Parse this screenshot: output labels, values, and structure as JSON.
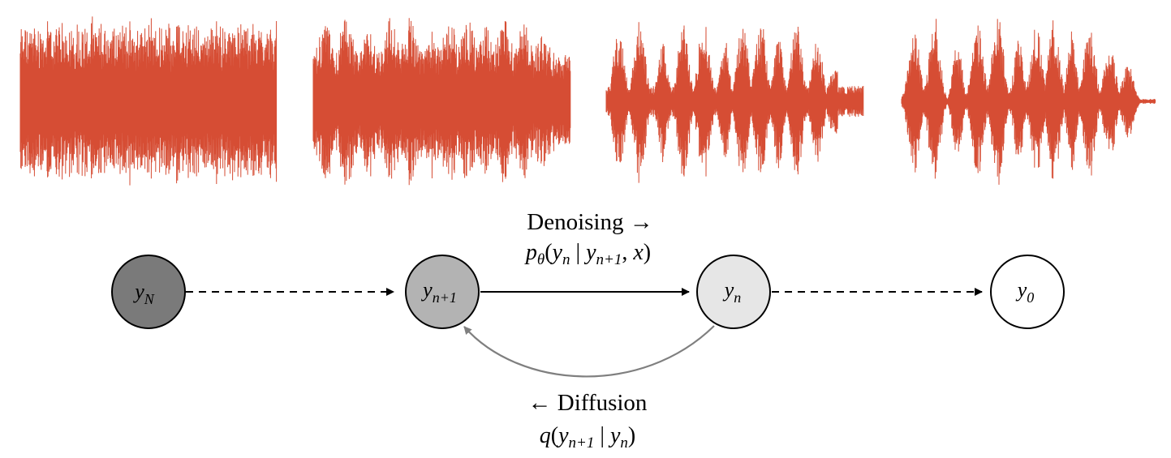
{
  "waveform_color": "#d64d34",
  "waveforms": [
    {
      "stage": "noise",
      "amplitude": 1.0,
      "envelope": "flat"
    },
    {
      "stage": "partially-denoised",
      "amplitude": 1.0,
      "envelope": "speech-light"
    },
    {
      "stage": "mostly-denoised",
      "amplitude": 1.0,
      "envelope": "speech-mid"
    },
    {
      "stage": "clean",
      "amplitude": 1.0,
      "envelope": "speech-clean"
    }
  ],
  "nodes": [
    {
      "id": "yN",
      "label_base": "y",
      "label_sub": "N",
      "fill": "#7a7a7a"
    },
    {
      "id": "yn1",
      "label_base": "y",
      "label_sub": "n+1",
      "fill": "#b3b3b3"
    },
    {
      "id": "yn",
      "label_base": "y",
      "label_sub": "n",
      "fill": "#e6e6e6"
    },
    {
      "id": "y0",
      "label_base": "y",
      "label_sub": "0",
      "fill": "#ffffff"
    }
  ],
  "denoising": {
    "title": "Denoising →",
    "formula_p": "p",
    "formula_theta": "θ",
    "formula_open": "(",
    "formula_y1": "y",
    "formula_y1_sub": "n",
    "formula_bar": " | ",
    "formula_y2": "y",
    "formula_y2_sub": "n+1",
    "formula_comma": ", ",
    "formula_x": "x",
    "formula_close": ")"
  },
  "diffusion": {
    "title": "← Diffusion",
    "formula_q": "q",
    "formula_open": "(",
    "formula_y1": "y",
    "formula_y1_sub": "n+1",
    "formula_bar": " | ",
    "formula_y2": "y",
    "formula_y2_sub": "n",
    "formula_close": ")"
  },
  "edges": [
    {
      "from": "yN",
      "to": "yn1",
      "style": "dashed"
    },
    {
      "from": "yn1",
      "to": "yn",
      "style": "solid"
    },
    {
      "from": "yn",
      "to": "y0",
      "style": "dashed"
    },
    {
      "from": "yn",
      "to": "yn1",
      "style": "curved-gray"
    }
  ]
}
